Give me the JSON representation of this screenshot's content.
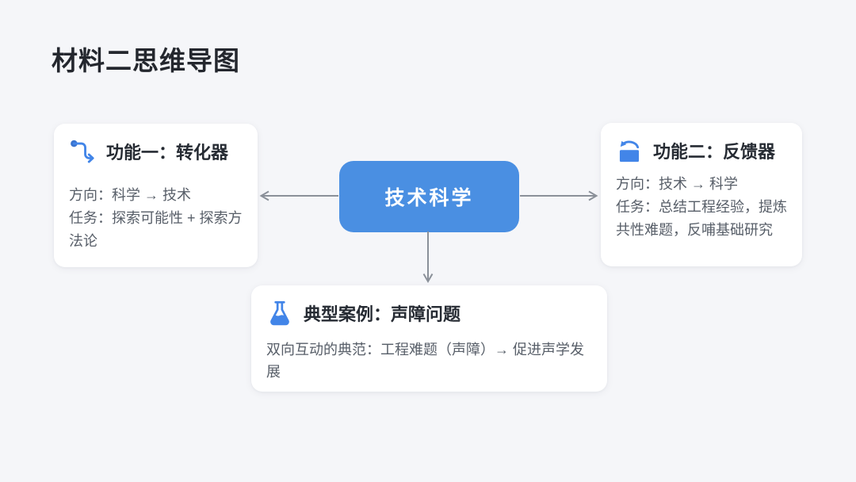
{
  "page": {
    "title": "材料二思维导图"
  },
  "center_node": {
    "label": "技术科学"
  },
  "cards": {
    "left": {
      "icon": "route-icon",
      "title": "功能一：转化器",
      "lines": [
        "方向：科学 → 技术",
        "任务：探索可能性 + 探索方法论"
      ]
    },
    "right": {
      "icon": "rotate-back-icon",
      "title": "功能二：反馈器",
      "lines": [
        "方向：技术 → 科学",
        "任务：总结工程经验，提炼共性难题，反哺基础研究"
      ]
    },
    "bottom": {
      "icon": "flask-icon",
      "title": "典型案例：声障问题",
      "lines": [
        "双向互动的典范：工程难题（声障）→ 促进声学发展"
      ]
    }
  },
  "colors": {
    "background": "#F5F6F9",
    "card_background": "#FFFFFF",
    "center_node_blue": "#4A8FE2",
    "icon_blue": "#4285E8",
    "icon_blue_dark": "#3A74CF",
    "arrow_gray": "#8A9099",
    "page_title_text": "#24272E",
    "card_title_text": "#262B33",
    "body_text": "#575E68"
  }
}
